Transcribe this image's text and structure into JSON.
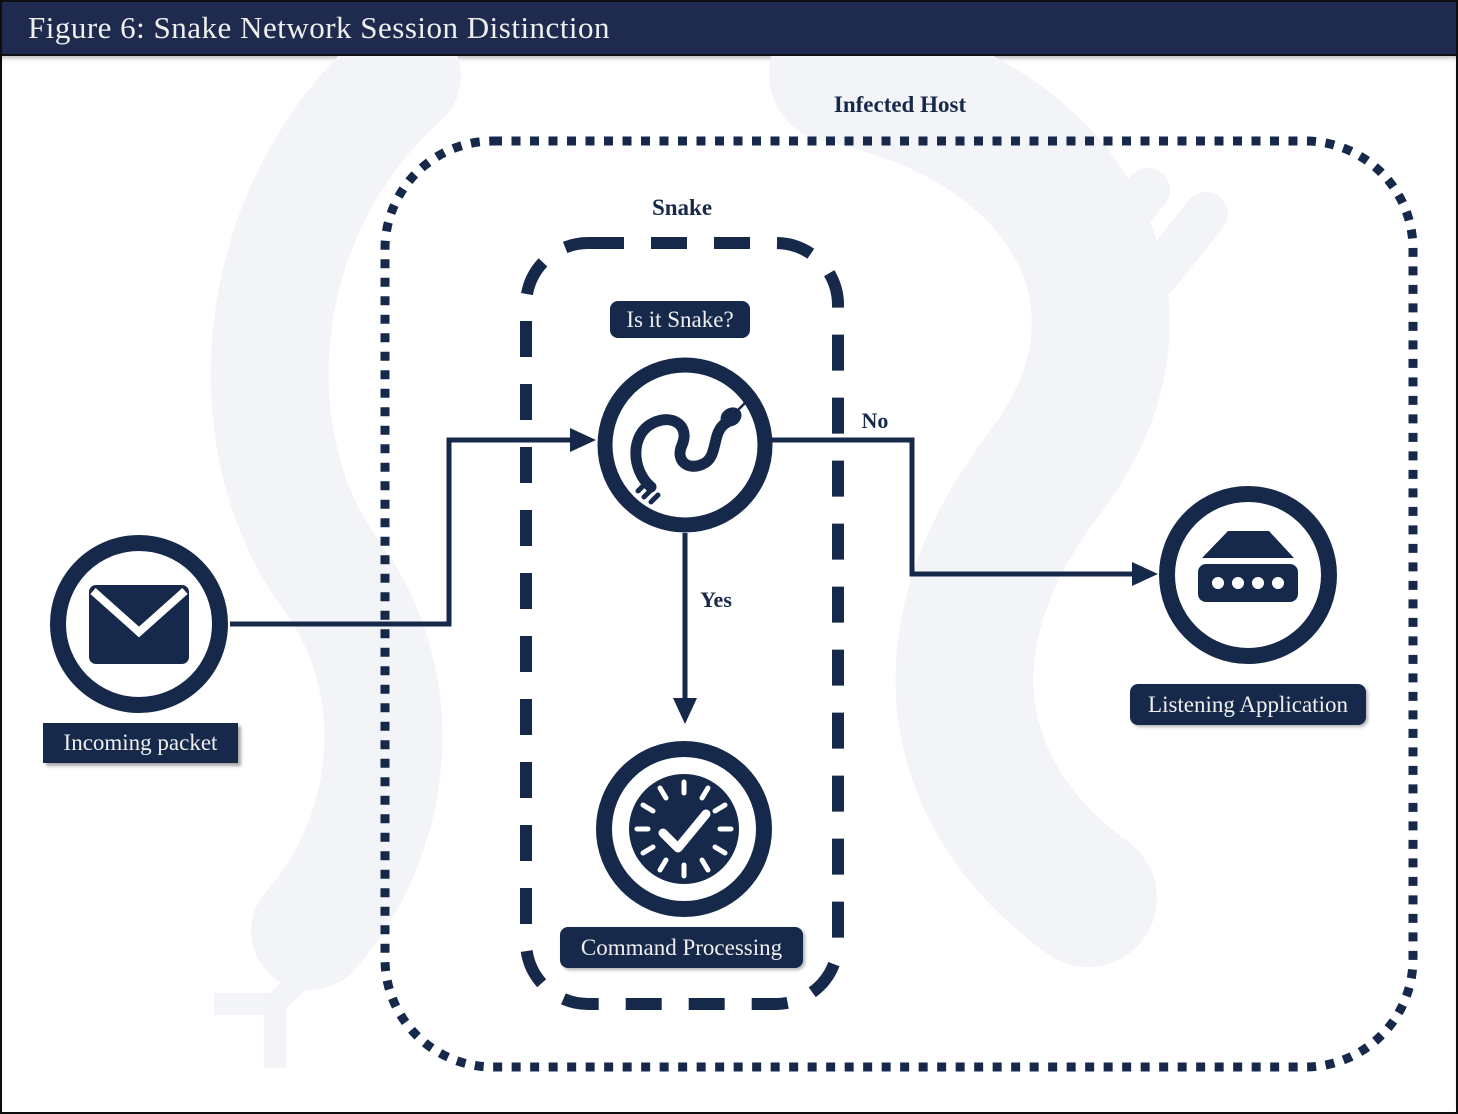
{
  "title_bar": {
    "title": "Figure 6: Snake Network Session Distinction"
  },
  "diagram": {
    "containers": {
      "infected_host": {
        "label": "Infected Host",
        "border_style": "dotted"
      },
      "snake": {
        "label": "Snake",
        "border_style": "dashed"
      }
    },
    "nodes": {
      "incoming_packet": {
        "label": "Incoming packet",
        "icon": "envelope-icon"
      },
      "snake_decision": {
        "label": "Is it Snake?",
        "icon": "snake-icon"
      },
      "command_processing": {
        "label": "Command Processing",
        "icon": "timer-check-icon"
      },
      "listening_application": {
        "label": "Listening Application",
        "icon": "server-icon"
      }
    },
    "edges": {
      "yes": {
        "label": "Yes"
      },
      "no": {
        "label": "No"
      }
    }
  },
  "colors": {
    "navy": "#16294b",
    "title_bar": "#1f2b4e",
    "watermark": "#f3f4f7",
    "background": "#ffffff",
    "label_text": "#efefef"
  }
}
